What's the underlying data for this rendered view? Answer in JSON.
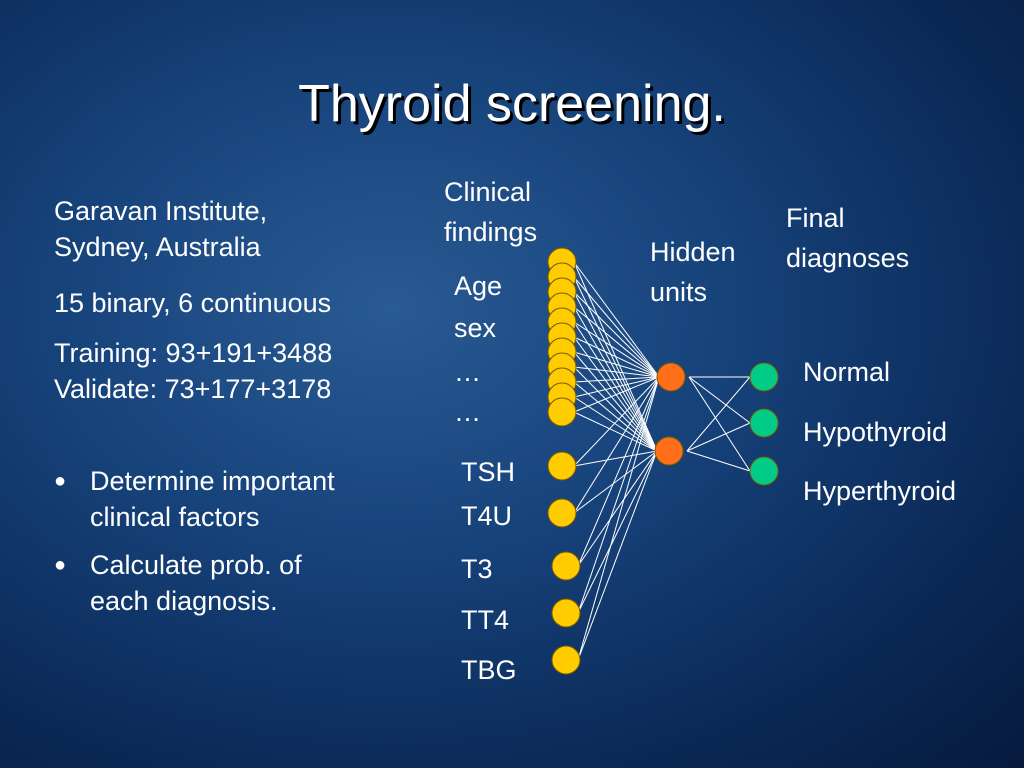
{
  "title": "Thyroid screening.",
  "left": {
    "line1": "Garavan Institute,",
    "line2": "Sydney, Australia",
    "line3": "15 binary, 6 continuous",
    "line4": "Training: 93+191+3488",
    "line5": "Validate: 73+177+3178",
    "bullets": [
      {
        "line1": "Determine important",
        "line2": "clinical factors"
      },
      {
        "line1": "Calculate prob. of",
        "line2": "each diagnosis."
      }
    ]
  },
  "network": {
    "input_header": [
      "Clinical",
      "findings"
    ],
    "hidden_header": [
      "Hidden",
      "units"
    ],
    "output_header": [
      "Final",
      "diagnoses"
    ],
    "input_labels": [
      "Age",
      "sex",
      "…",
      "…"
    ],
    "continuous_inputs": [
      "TSH",
      "T4U",
      "T3",
      "TT4",
      "TBG"
    ],
    "outputs": [
      "Normal",
      "Hypothyroid",
      "Hyperthyroid"
    ]
  },
  "colors": {
    "input_node": "#ffcc00",
    "hidden_node": "#ff6f1a",
    "output_node": "#00cc88",
    "edge": "#ffffff"
  }
}
